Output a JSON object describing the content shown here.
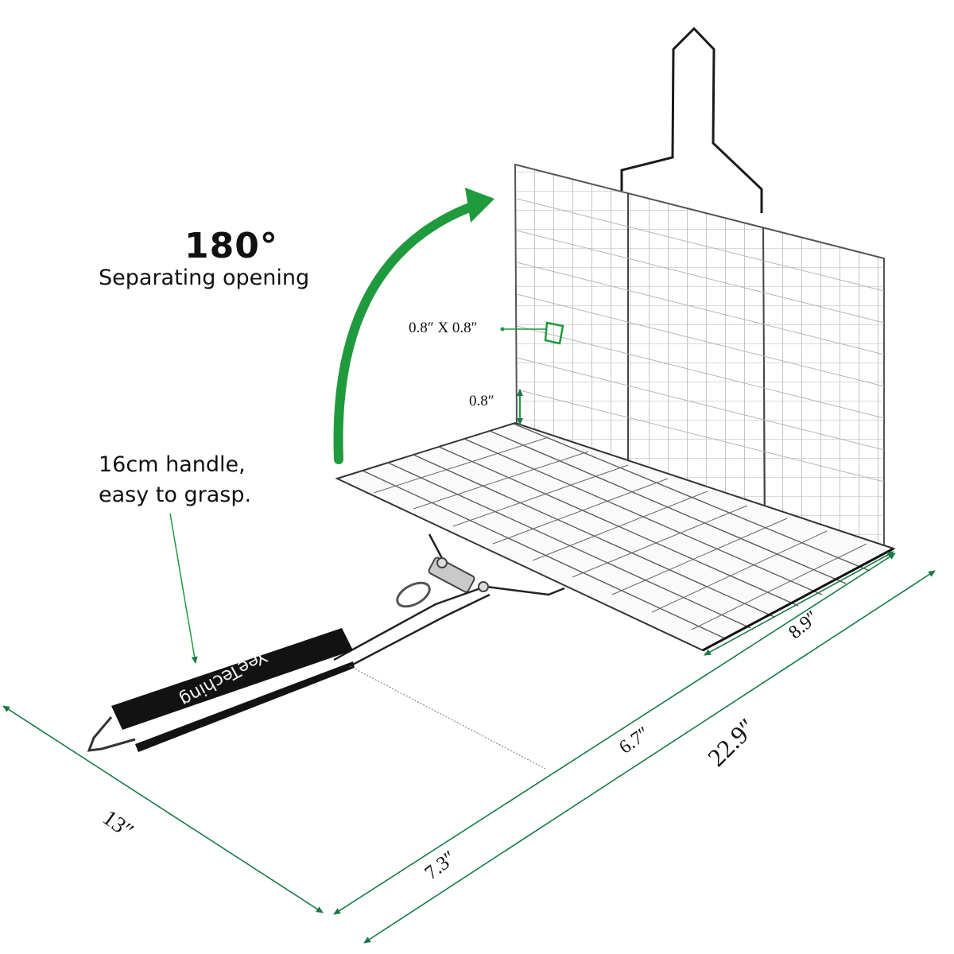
{
  "colors": {
    "accent_green": "#1f9a3c",
    "dimension_green": "#187a45",
    "wire": "#222222",
    "wire_light": "#9a9a9a",
    "handle_black": "#121212",
    "background": "#ffffff"
  },
  "callouts": {
    "rotation_angle": "180°",
    "rotation_caption": "Separating opening",
    "handle_line1": "16cm handle,",
    "handle_line2": "easy to grasp.",
    "mesh_size": "0.8″ X 0.8″",
    "mesh_depth": "0.8″"
  },
  "brand": {
    "handle_text": "YeeTeching"
  },
  "dimensions": {
    "basket_width": "8.9″",
    "basket_length": "6.7″",
    "total_length": "22.9″",
    "handle_length": "7.3″",
    "handle_side": "13″"
  },
  "icons": {
    "rotation_arrow": "curved-arrow-icon",
    "mesh_square": "square-marker-icon"
  }
}
